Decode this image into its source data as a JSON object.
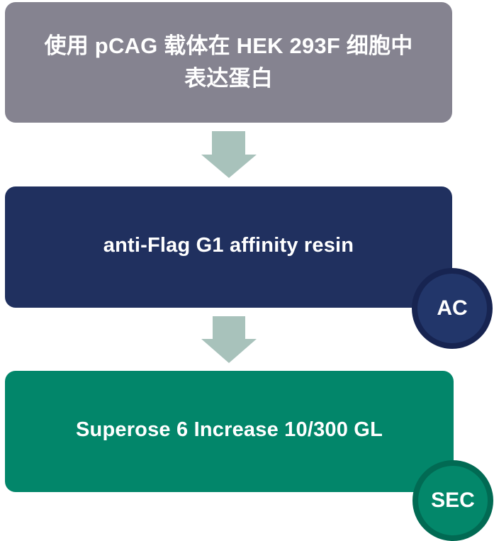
{
  "flow": {
    "steps": [
      {
        "label": "使用 pCAG 载体在 HEK 293F 细胞中表达蛋白",
        "line1": "使用 pCAG 载体在 HEK 293F 细胞中",
        "line2": "表达蛋白",
        "color": "#858390"
      },
      {
        "label": "anti-Flag G1 affinity resin",
        "color": "#20305f",
        "badge": "AC",
        "badge_color": "#22366a"
      },
      {
        "label": "Superose 6 Increase 10/300 GL",
        "color": "#02866a",
        "badge": "SEC",
        "badge_color": "#03876a"
      }
    ],
    "arrow_color": "#a8c2bb",
    "arrow_icon": "down-arrow-icon"
  }
}
